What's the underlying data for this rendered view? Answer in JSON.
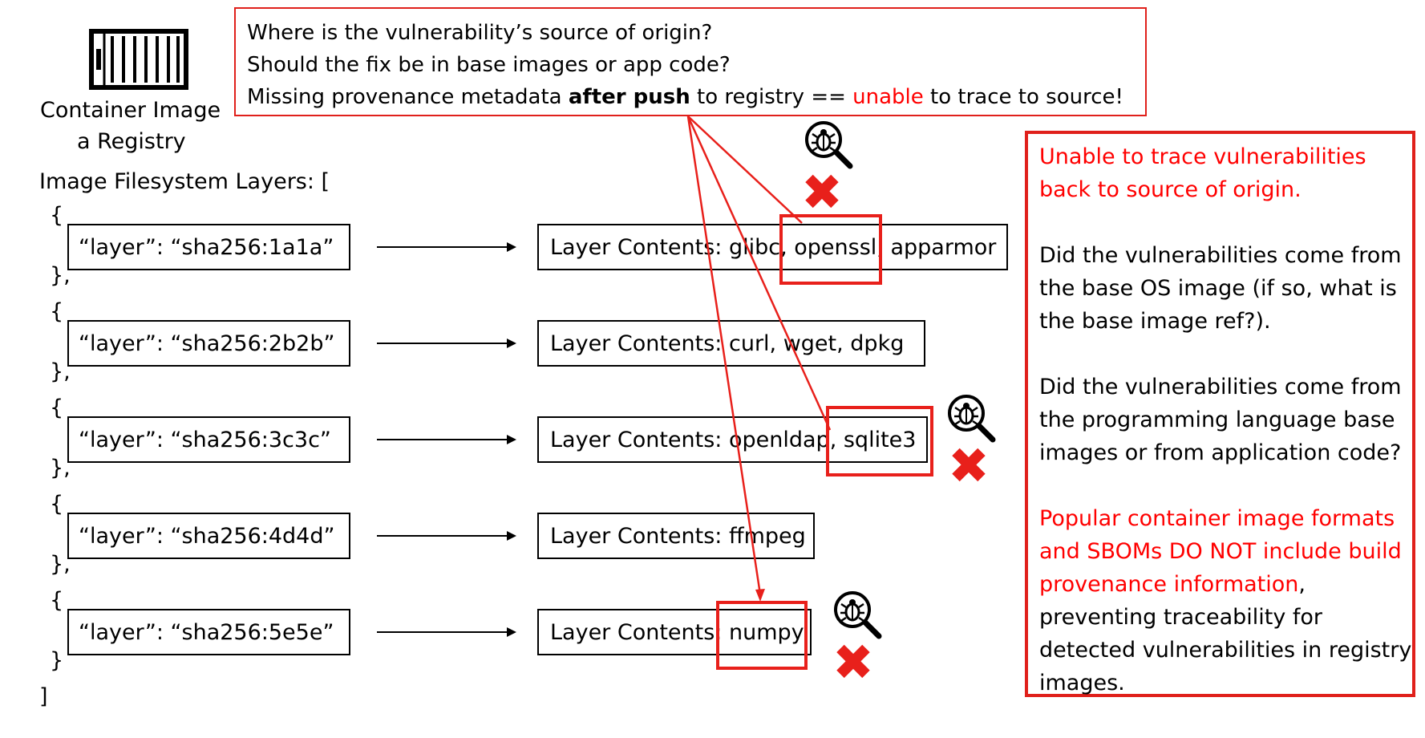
{
  "container": {
    "icon": "shipping-container-icon",
    "label_line1": "Container Image",
    "label_line2": "a Registry"
  },
  "layers_header": "Image Filesystem Layers: [",
  "open_brace": "{",
  "close_brace_comma": "},",
  "close_brace": "}",
  "close_bracket": "]",
  "layers": [
    {
      "id": "“layer”: “sha256:1a1a”",
      "contents": "Layer Contents: glibc, openssl, apparmor"
    },
    {
      "id": "“layer”: “sha256:2b2b”",
      "contents": "Layer Contents: curl, wget, dpkg"
    },
    {
      "id": "“layer”: “sha256:3c3c”",
      "contents": "Layer Contents: openldap, sqlite3"
    },
    {
      "id": "“layer”: “sha256:4d4d”",
      "contents": "Layer Contents: ffmpeg"
    },
    {
      "id": "“layer”: “sha256:5e5e”",
      "contents": "Layer Contents: numpy"
    }
  ],
  "questions": {
    "line1": "Where is the vulnerability’s source of origin?",
    "line2": "Should the fix be in base images or app code?",
    "line3_pre": "Missing provenance metadata ",
    "line3_bold": "after push",
    "line3_mid": " to registry == ",
    "line3_red": "unable",
    "line3_post": " to trace to source!"
  },
  "side_panel": {
    "p1_red": "Unable to trace vulnerabilities back to source of origin.",
    "p2": "Did the vulnerabilities come from the base OS image (if so, what is the base image ref?).",
    "p3": "Did the vulnerabilities come from the programming language base images or from application code?",
    "p4_red": "Popular container image formats and SBOMs DO NOT include build provenance information",
    "p4_black": ", preventing traceability for detected vulnerabilities in registry images."
  },
  "icons": {
    "scan": "bug-magnifier-icon",
    "fail": "red-x-icon"
  },
  "x_glyph": "✖",
  "colors": {
    "accent_red": "#e8201b",
    "text_red": "#ff0000"
  }
}
